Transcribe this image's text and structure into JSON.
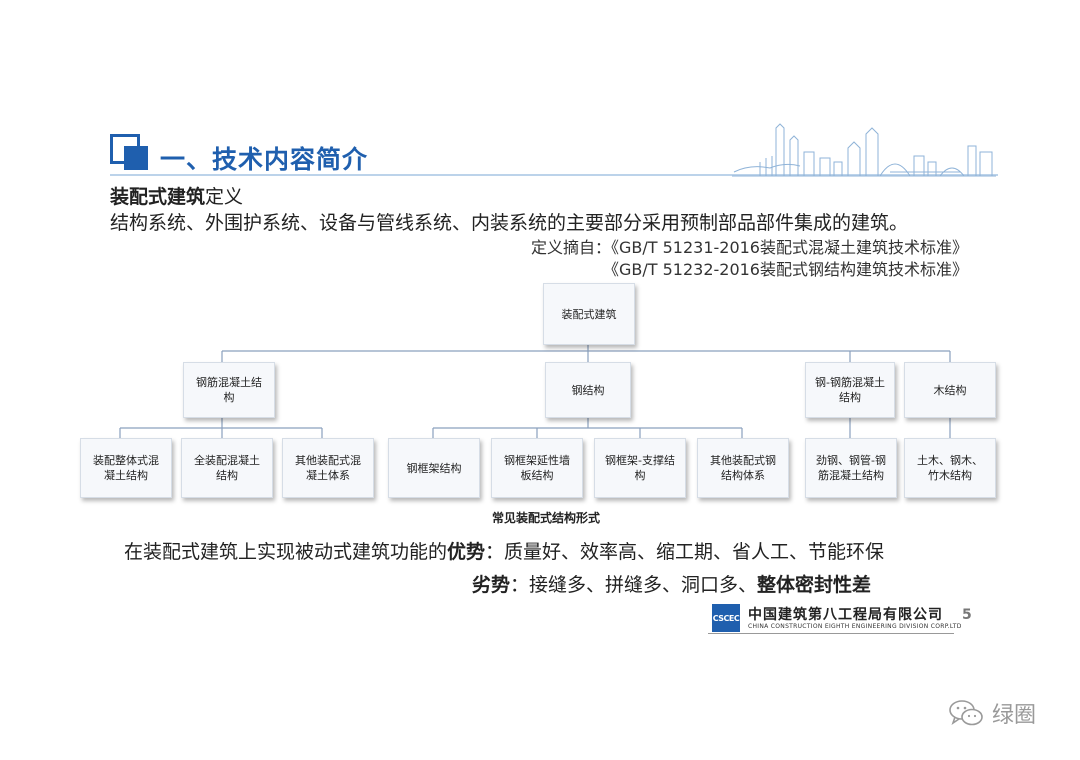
{
  "header": {
    "title": "一、技术内容简介"
  },
  "definition": {
    "heading_bold": "装配式建筑",
    "heading_rest": "定义",
    "body": "结构系统、外围护系统、设备与管线系统、内装系统的主要部分采用预制部品部件集成的建筑。",
    "source_line1": "定义摘自：《GB/T 51231-2016装配式混凝土建筑技术标准》",
    "source_line2": "《GB/T 51232-2016装配式钢结构建筑技术标准》"
  },
  "org_chart": {
    "root": {
      "label": "装配式建筑"
    },
    "branches": [
      {
        "label": [
          "钢筋混凝土结",
          "构"
        ],
        "children": [
          [
            "装配整体式混",
            "凝土结构"
          ],
          [
            "全装配混凝土",
            "结构"
          ],
          [
            "其他装配式混",
            "凝土体系"
          ]
        ]
      },
      {
        "label": [
          "钢结构"
        ],
        "children": [
          [
            "钢框架结构"
          ],
          [
            "钢框架延性墙",
            "板结构"
          ],
          [
            "钢框架-支撑结",
            "构"
          ],
          [
            "其他装配式钢",
            "结构体系"
          ]
        ]
      },
      {
        "label": [
          "钢-钢筋混凝土",
          "结构"
        ],
        "children": [
          [
            "劲钢、钢管-钢",
            "筋混凝土结构"
          ]
        ]
      },
      {
        "label": [
          "木结构"
        ],
        "children": [
          [
            "土木、钢木、",
            "竹木结构"
          ]
        ]
      }
    ],
    "caption": "常见装配式结构形式"
  },
  "advantages": {
    "prefix": "在装配式建筑上实现被动式建筑功能的",
    "label": "优势",
    "items": "：质量好、效率高、缩工期、省人工、节能环保"
  },
  "disadvantages": {
    "label": "劣势",
    "items": "：接缝多、拼缝多、洞口多、",
    "emphasis": "整体密封性差"
  },
  "footer": {
    "logo_text": "CSCEC",
    "company_name": "中国建筑第八工程局有限公司",
    "company_name_en": "CHINA CONSTRUCTION EIGHTH ENGINEERING DIVISION CORP.LTD",
    "page_number": "5"
  },
  "watermark": {
    "text": "绿圈"
  },
  "colors": {
    "brand_blue": "#1f5fae",
    "line_blue": "#bcd3ea",
    "connector": "#8aa0bd"
  }
}
